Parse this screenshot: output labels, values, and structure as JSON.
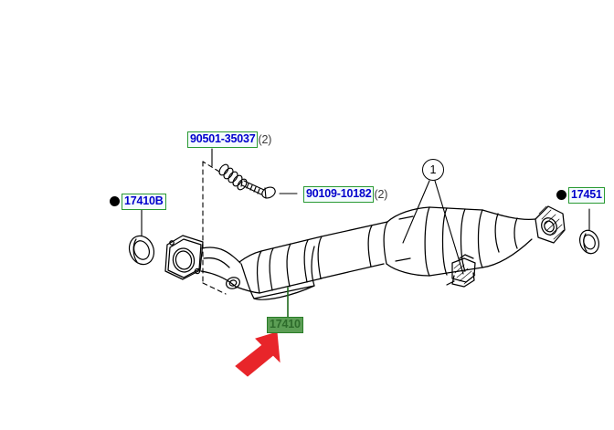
{
  "diagram": {
    "title": "Exhaust Pipe Assembly Parts Diagram",
    "background_color": "#ffffff",
    "line_color": "#000000",
    "highlight_arrow_color": "#e8252a",
    "label_border_color": "#2a9a33",
    "label_text_color": "#0000cc",
    "selected_label_background": "#5c9e55",
    "selected_label_text_color": "#2d6b2b"
  },
  "callouts": [
    {
      "id": "spring",
      "part_number": "90501-35037",
      "quantity": "(2)",
      "bullet": false,
      "selected": false
    },
    {
      "id": "bolt",
      "part_number": "90109-10182",
      "quantity": "(2)",
      "bullet": false,
      "selected": false
    },
    {
      "id": "front-gasket",
      "part_number": "17410B",
      "quantity": "",
      "bullet": true,
      "selected": false
    },
    {
      "id": "rear-gasket",
      "part_number": "17451",
      "quantity": "",
      "bullet": true,
      "selected": false
    },
    {
      "id": "converter-assembly",
      "part_number": "17410",
      "quantity": "",
      "bullet": false,
      "selected": true
    }
  ],
  "index_bubbles": [
    {
      "label": "1"
    }
  ],
  "annotations": {
    "selection_arrow": "red-arrow-pointing-to-17410"
  }
}
